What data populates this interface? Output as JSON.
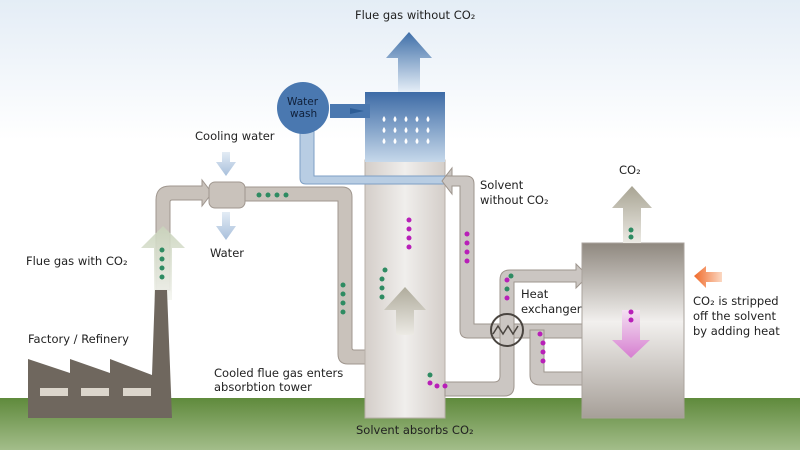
{
  "labels": {
    "flue_gas_without_co2": "Flue gas without CO₂",
    "water_wash_line1": "Water",
    "water_wash_line2": "wash",
    "cooling_water": "Cooling water",
    "water": "Water",
    "flue_gas_with_co2": "Flue gas with CO₂",
    "factory": "Factory / Refinery",
    "cooled_flue_gas_line1": "Cooled flue gas enters",
    "cooled_flue_gas_line2": "absorbtion tower",
    "solvent_absorbs": "Solvent absorbs CO₂",
    "solvent_without_line1": "Solvent",
    "solvent_without_line2": "without CO₂",
    "heat_exchanger_line1": "Heat",
    "heat_exchanger_line2": "exchanger",
    "co2_output": "CO₂",
    "stripped_line1": "CO₂ is stripped",
    "stripped_line2": "off the solvent",
    "stripped_line3": "by adding heat"
  },
  "colors": {
    "pipe": "#c9c2bb",
    "pipe_stroke": "#9e958d",
    "factory": "#6f675e",
    "ground_top": "#5f8a3c",
    "ground_bottom": "#a3bd8a",
    "co2_dot": "#2e8b62",
    "solvent_dot": "#b81fb8",
    "wash_blue": "#4a78b0",
    "heat_arrow": "#f07a3a"
  }
}
